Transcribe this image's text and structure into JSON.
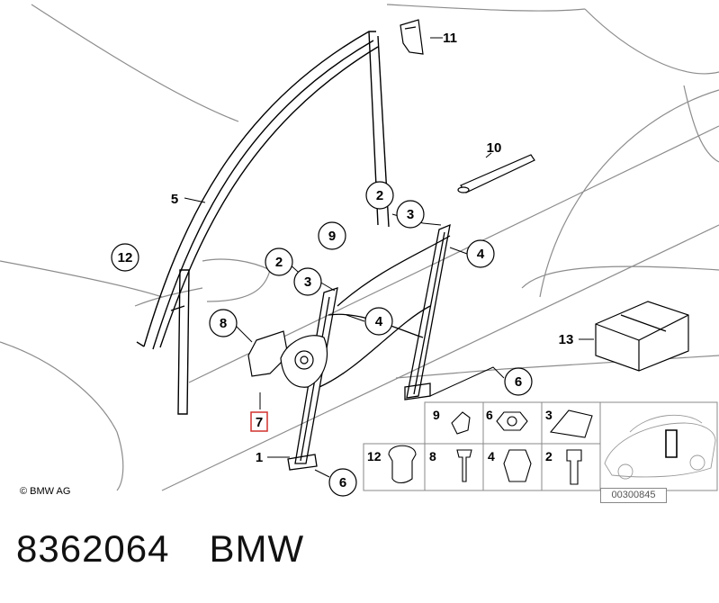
{
  "callouts": {
    "c1": "1",
    "c2a": "2",
    "c2b": "2",
    "c3a": "3",
    "c3b": "3",
    "c4a": "4",
    "c4b": "4",
    "c5": "5",
    "c6a": "6",
    "c6b": "6",
    "c7": "7",
    "c8": "8",
    "c9": "9",
    "c10": "10",
    "c11": "11",
    "c12": "12",
    "c13": "13"
  },
  "parts_table": {
    "row1": [
      "9",
      "6",
      "3"
    ],
    "row2": [
      "12",
      "8",
      "4",
      "2"
    ]
  },
  "copyright": "© BMW AG",
  "reference_code": "00300845",
  "caption": {
    "part_number": "8362064",
    "brand": "BMW"
  },
  "colors": {
    "highlight": "#d0312d",
    "line": "#000000",
    "car_outline": "#8c8c8c"
  }
}
